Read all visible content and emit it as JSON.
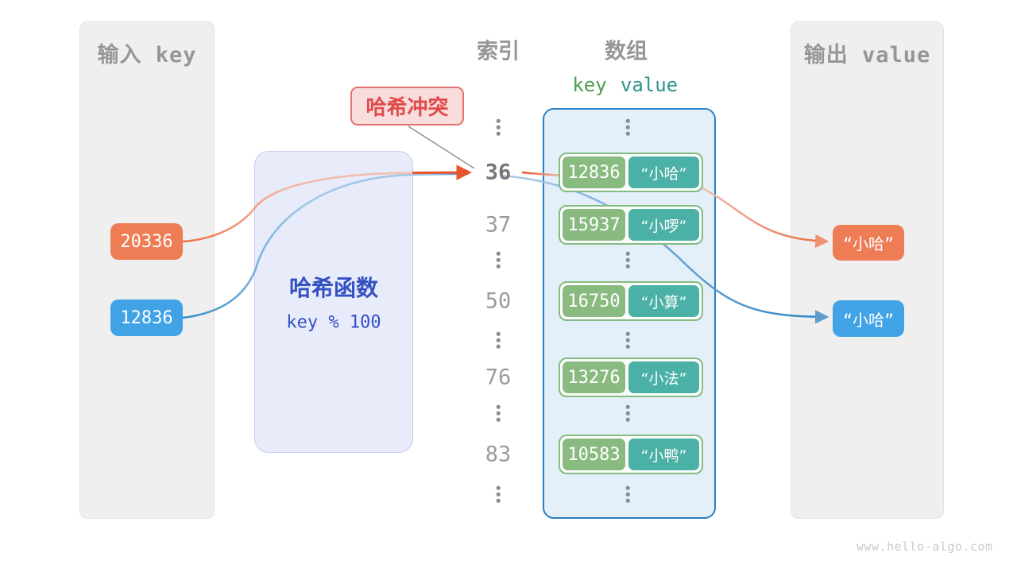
{
  "input_panel": {
    "title": "输入 key",
    "items": [
      {
        "value": "20336",
        "color": "#ee7d55"
      },
      {
        "value": "12836",
        "color": "#41a3e6"
      }
    ]
  },
  "hash_box": {
    "title": "哈希函数",
    "formula": "key % 100"
  },
  "collision_label": {
    "text": "哈希冲突"
  },
  "index_column": {
    "title": "索引",
    "items": [
      "36",
      "37",
      "50",
      "76",
      "83"
    ],
    "highlighted_index": "36"
  },
  "array_panel": {
    "title": "数组",
    "key_header": "key",
    "value_header": "value",
    "rows": [
      {
        "key": "12836",
        "value": "“小哈”"
      },
      {
        "key": "15937",
        "value": "“小啰”"
      },
      {
        "key": "16750",
        "value": "“小算”"
      },
      {
        "key": "13276",
        "value": "“小法”"
      },
      {
        "key": "10583",
        "value": "“小鸭”"
      }
    ]
  },
  "output_panel": {
    "title": "输出 value",
    "items": [
      {
        "value": "“小哈”",
        "color": "#ee7d55"
      },
      {
        "value": "“小哈”",
        "color": "#41a3e6"
      }
    ]
  },
  "footer": {
    "text": "www.hello-algo.com"
  },
  "colors": {
    "accent_orange": "#ee7d55",
    "accent_blue": "#41a3e6",
    "arrow_orange": "#e8542c",
    "key_green": "#89ba80",
    "value_teal": "#4bb0a5",
    "collision_red": "#df4b4b",
    "hash_blue": "#3450c4",
    "panel_gray": "#efeff0",
    "array_bg": "#e3f0fa",
    "array_border": "#2a7fc5"
  }
}
